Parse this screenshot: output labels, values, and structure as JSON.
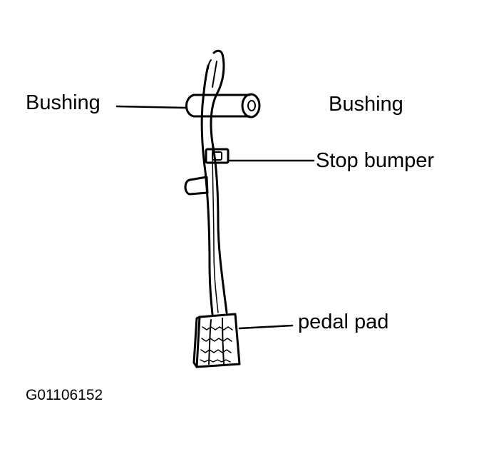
{
  "labels": {
    "bushing_left": "Bushing",
    "bushing_right": "Bushing",
    "stop_bumper": "Stop bumper",
    "pedal_pad": "pedal pad"
  },
  "figure_code": "G01106152",
  "colors": {
    "ink": "#000000",
    "paper": "#ffffff"
  }
}
